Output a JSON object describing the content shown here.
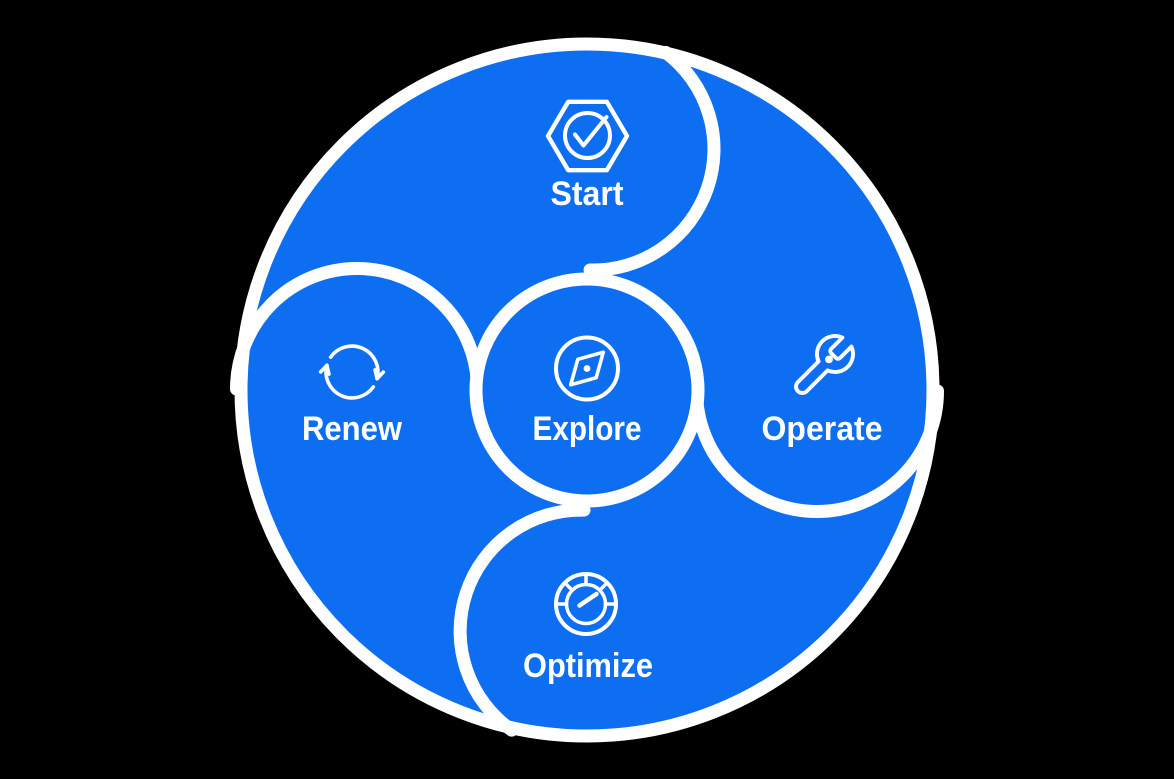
{
  "background_color": "#000000",
  "diagram": {
    "type": "lifecycle-cycle-diagram",
    "fill_color": "#0D6EF2",
    "outline_color": "#FFFFFF",
    "text_color": "#FFFFFF",
    "center": {
      "label": "Explore",
      "icon": "compass-icon"
    },
    "segments": [
      {
        "position": "top",
        "label": "Start",
        "icon": "hexagon-check-icon"
      },
      {
        "position": "right",
        "label": "Operate",
        "icon": "wrench-icon"
      },
      {
        "position": "bottom",
        "label": "Optimize",
        "icon": "gauge-icon"
      },
      {
        "position": "left",
        "label": "Renew",
        "icon": "sync-arrows-icon"
      }
    ]
  }
}
